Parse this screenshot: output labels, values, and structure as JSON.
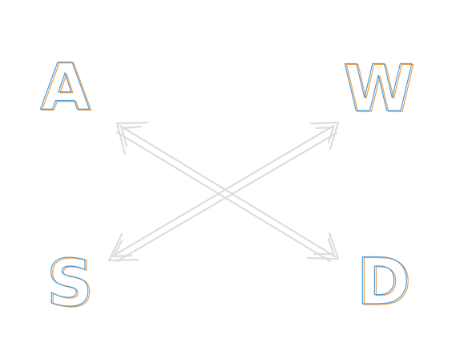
{
  "keys": {
    "top_left": "A",
    "top_right": "W",
    "bottom_left": "S",
    "bottom_right": "D"
  },
  "colors": {
    "outline_blue": "#4a9fe0",
    "outline_orange": "#f0a050",
    "arrow_outline": "#dddddd",
    "background": "#ffffff"
  },
  "icons": {
    "center": "diagonal-cross-double-arrow-icon"
  }
}
